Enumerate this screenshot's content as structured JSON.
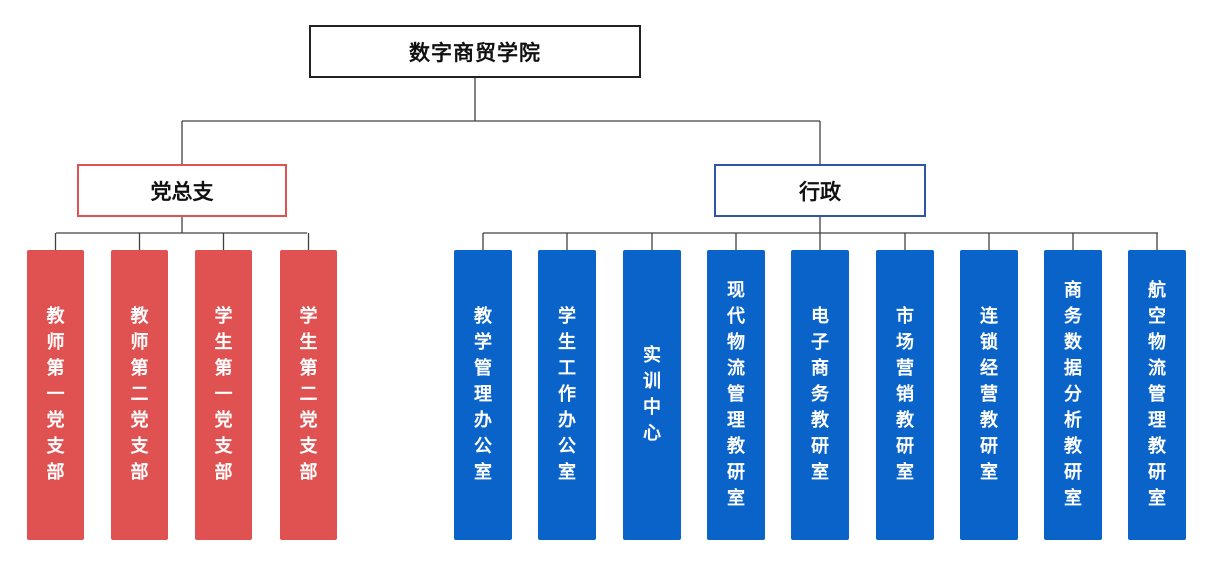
{
  "chart_data": {
    "type": "org-chart",
    "root": "数字商贸学院",
    "branches": [
      {
        "name": "党总支",
        "color": "#e05252",
        "children": [
          "教师第一党支部",
          "教师第二党支部",
          "学生第一党支部",
          "学生第二党支部"
        ]
      },
      {
        "name": "行政",
        "color": "#3055a8",
        "children": [
          "教学管理办公室",
          "学生工作办公室",
          "实训中心",
          "现代物流管理教研室",
          "电子商务教研室",
          "市场营销教研室",
          "连锁经营教研室",
          "商务数据分析教研室",
          "航空物流管理教研室"
        ]
      }
    ]
  },
  "colors": {
    "party_fill": "#e05252",
    "admin_fill": "#0a63c9",
    "admin_border": "#3055a8",
    "line": "#404040"
  }
}
